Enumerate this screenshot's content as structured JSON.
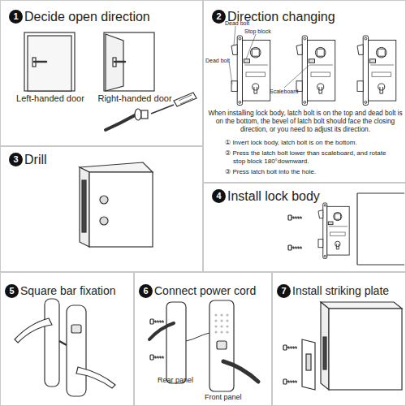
{
  "diagram": {
    "nodes": [
      {
        "text": [
          "Decide open direction",
          "Left-handed door",
          "Right-handed door"
        ]
      },
      {
        "text": [
          "1"
        ],
        "in": 0
      },
      {
        "text": [
          "Direction changing",
          "Dead bolt",
          "Stop block",
          "Dead bolt",
          "Scaleboard",
          "When installing lock body, latch bolt is on the top and dead bolt is on the bottom, the bevel of latch bolt should face the closing direction, or you need to adjust its direction.",
          "① Invert lock body, latch bolt is on the bottom.",
          "② Press the latch bolt lower than scaleboard, and rotate stop block 180°downward.",
          "③ Press latch bolt into the hole."
        ]
      },
      {
        "text": [
          "2"
        ],
        "in": 2
      },
      {
        "text": [
          "Drill"
        ]
      },
      {
        "text": [
          "3"
        ],
        "in": 4
      },
      {
        "text": [
          "Install lock body"
        ]
      },
      {
        "text": [
          "4"
        ],
        "in": 6
      },
      {
        "text": [
          "Square bar fixation"
        ]
      },
      {
        "text": [
          "5"
        ],
        "in": 8
      },
      {
        "text": [
          "Connect power cord",
          "Rear panel",
          "Front panel"
        ]
      },
      {
        "text": [
          "6"
        ],
        "in": 10
      },
      {
        "text": [
          "Install striking plate"
        ]
      },
      {
        "text": [
          "7"
        ],
        "in": 12
      }
    ]
  }
}
